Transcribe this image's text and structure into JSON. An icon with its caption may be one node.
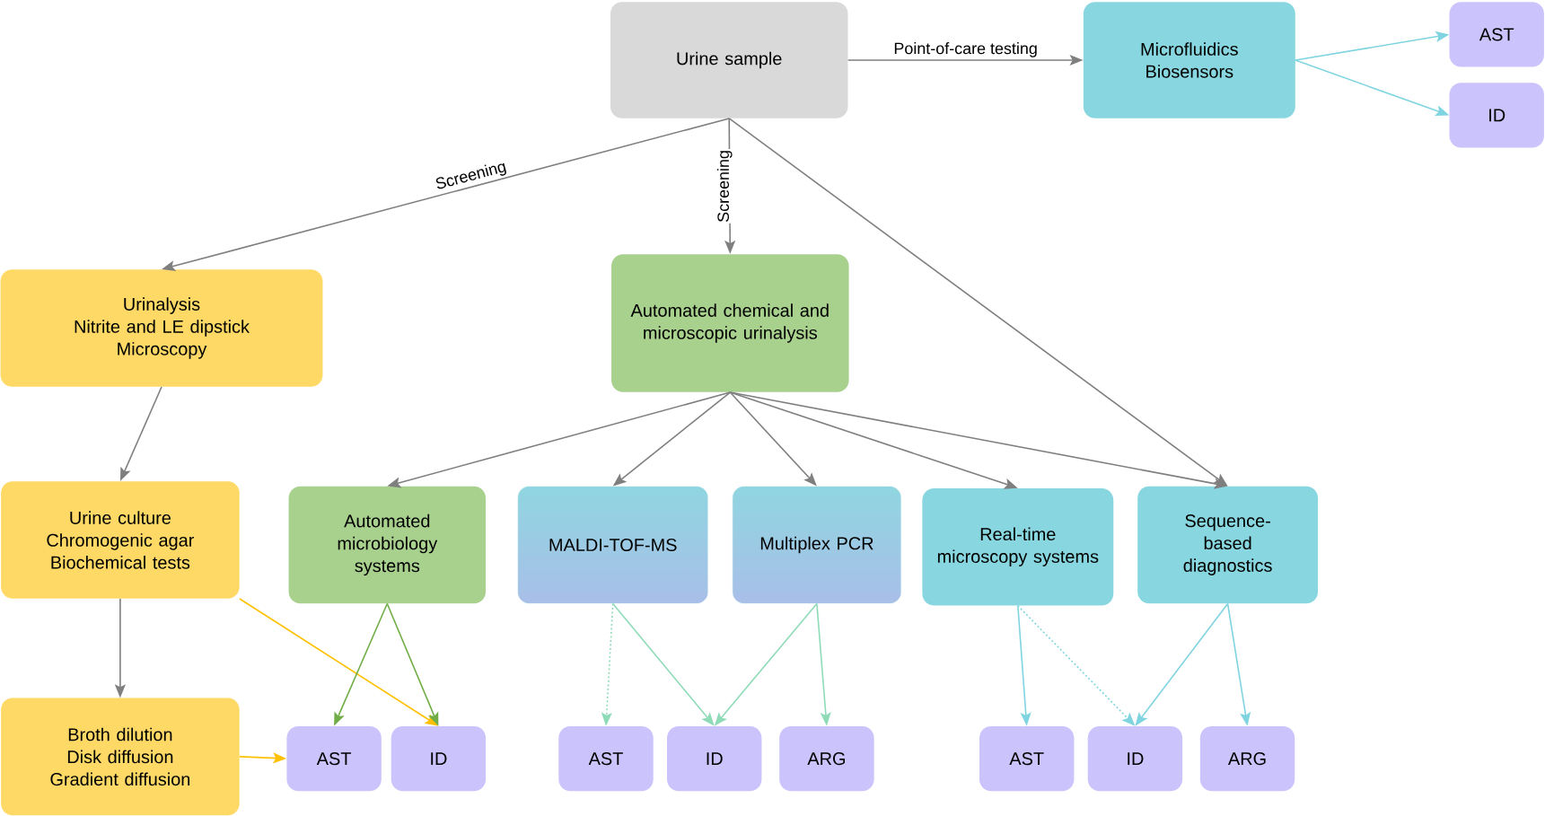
{
  "diagram": {
    "nodes": [
      {
        "text": [
          "Urine sample"
        ]
      },
      {
        "text": [
          "Microfluidics",
          "Biosensors"
        ]
      },
      {
        "text": [
          "AST"
        ]
      },
      {
        "text": [
          "ID"
        ]
      },
      {
        "text": [
          "Urinalysis",
          "Nitrite and LE dipstick",
          "Microscopy"
        ]
      },
      {
        "text": [
          "Automated chemical and microscopic urinalysis"
        ]
      },
      {
        "text": [
          "Urine culture",
          "Chromogenic agar",
          "Biochemical tests"
        ]
      },
      {
        "text": [
          "Automated microbiology systems"
        ]
      },
      {
        "text": [
          "MALDI-TOF-MS"
        ]
      },
      {
        "text": [
          "Multiplex PCR"
        ]
      },
      {
        "text": [
          "Real-time microscopy systems"
        ]
      },
      {
        "text": [
          "Sequence-based diagnostics"
        ]
      },
      {
        "text": [
          "Broth dilution",
          "Disk diffusion",
          "Gradient diffusion"
        ]
      },
      {
        "text": [
          "AST"
        ]
      },
      {
        "text": [
          "ID"
        ]
      },
      {
        "text": [
          "AST"
        ]
      },
      {
        "text": [
          "ID"
        ]
      },
      {
        "text": [
          "ARG"
        ]
      },
      {
        "text": [
          "AST"
        ]
      },
      {
        "text": [
          "ID"
        ]
      },
      {
        "text": [
          "ARG"
        ]
      }
    ],
    "edges": [
      {
        "from": 0,
        "to": 1,
        "arrow": "to",
        "label": "Point-of-care testing"
      },
      {
        "from": 1,
        "to": 2,
        "arrow": "to",
        "color": "#7fd4e0"
      },
      {
        "from": 1,
        "to": 3,
        "arrow": "to",
        "color": "#7fd4e0"
      },
      {
        "from": 0,
        "to": 4,
        "arrow": "to",
        "label": "Screening"
      },
      {
        "from": 0,
        "to": 5,
        "arrow": "to",
        "label": "Screening"
      },
      {
        "from": 0,
        "to": 11,
        "arrow": "to"
      },
      {
        "from": 4,
        "to": 6,
        "arrow": "to"
      },
      {
        "from": 5,
        "to": 7,
        "arrow": "to"
      },
      {
        "from": 5,
        "to": 8,
        "arrow": "to"
      },
      {
        "from": 5,
        "to": 9,
        "arrow": "to"
      },
      {
        "from": 5,
        "to": 10,
        "arrow": "to"
      },
      {
        "from": 5,
        "to": 11,
        "arrow": "to"
      },
      {
        "from": 6,
        "to": 12,
        "arrow": "to"
      },
      {
        "from": 6,
        "to": 14,
        "arrow": "to",
        "color": "#ffc000"
      },
      {
        "from": 12,
        "to": 13,
        "arrow": "to",
        "color": "#ffc000"
      },
      {
        "from": 7,
        "to": 13,
        "arrow": "to",
        "color": "#70ad47"
      },
      {
        "from": 7,
        "to": 14,
        "arrow": "to",
        "color": "#70ad47"
      },
      {
        "from": 8,
        "to": 15,
        "arrow": "to",
        "style": "dashed",
        "color": "#8fdbb8"
      },
      {
        "from": 8,
        "to": 16,
        "arrow": "to",
        "color": "#8fdbb8"
      },
      {
        "from": 9,
        "to": 16,
        "arrow": "to",
        "color": "#8fdbb8"
      },
      {
        "from": 9,
        "to": 17,
        "arrow": "to",
        "color": "#8fdbb8"
      },
      {
        "from": 10,
        "to": 18,
        "arrow": "to",
        "color": "#7fd4e0"
      },
      {
        "from": 10,
        "to": 19,
        "arrow": "to",
        "style": "dashed",
        "color": "#7fd4e0"
      },
      {
        "from": 11,
        "to": 19,
        "arrow": "to",
        "color": "#7fd4e0"
      },
      {
        "from": 11,
        "to": 20,
        "arrow": "to",
        "color": "#7fd4e0"
      }
    ]
  }
}
